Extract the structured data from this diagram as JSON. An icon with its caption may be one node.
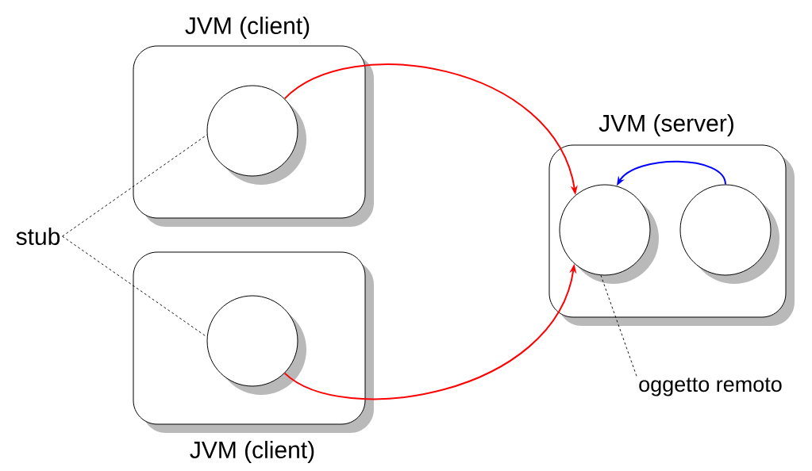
{
  "diagram": {
    "nodes": [
      {
        "text": [
          "JVM (client)"
        ]
      },
      {
        "text": [],
        "shape": "circle",
        "in": 0
      },
      {
        "text": [
          "JVM (client)"
        ]
      },
      {
        "text": [],
        "shape": "circle",
        "in": 2
      },
      {
        "text": [
          "JVM (server)"
        ]
      },
      {
        "text": [],
        "shape": "circle",
        "in": 4
      },
      {
        "text": [],
        "shape": "circle",
        "in": 4
      },
      {
        "text": [
          "stub"
        ]
      },
      {
        "text": [
          "oggetto remoto"
        ]
      }
    ],
    "edges": [
      {
        "from": 1,
        "to": 5,
        "arrow": "to",
        "color": "#ff0000"
      },
      {
        "from": 3,
        "to": 5,
        "arrow": "to",
        "color": "#ff0000"
      },
      {
        "from": 6,
        "to": 5,
        "arrow": "to",
        "color": "#0000ff"
      },
      {
        "from": 7,
        "to": 1,
        "arrow": "none",
        "style": "dashed"
      },
      {
        "from": 7,
        "to": 3,
        "arrow": "none",
        "style": "dashed"
      },
      {
        "from": 8,
        "to": 5,
        "arrow": "none",
        "style": "dashed"
      }
    ]
  }
}
